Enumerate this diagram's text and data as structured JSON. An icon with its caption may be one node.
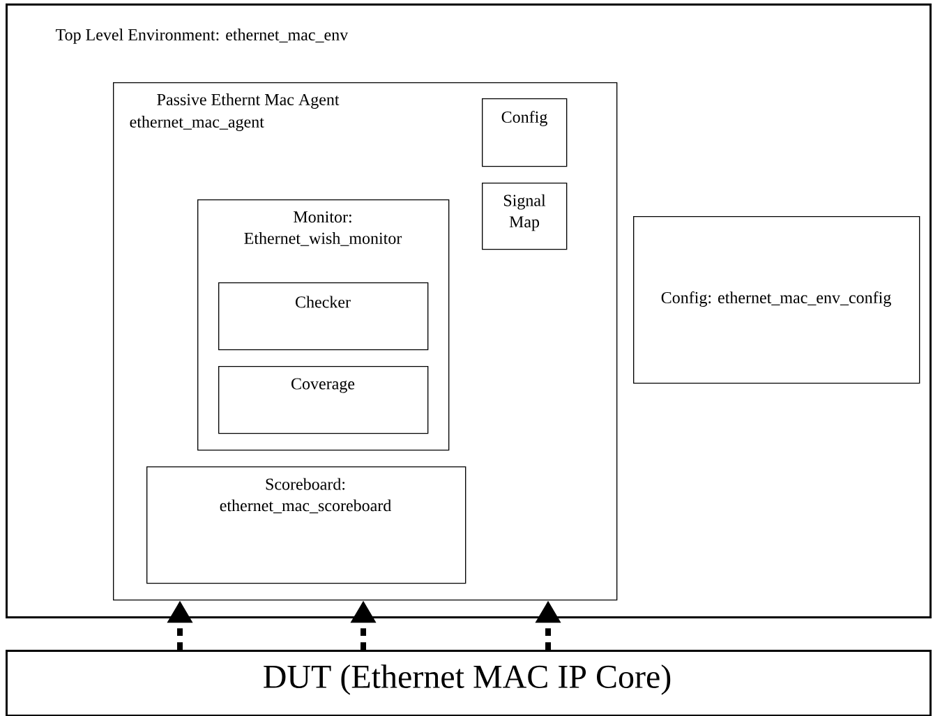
{
  "diagram": {
    "nodes": [
      {
        "text": [
          "Top Level Environment: ethernet_mac_env"
        ]
      },
      {
        "text": [
          "Passive Ethernt Mac Agent",
          "ethernet_mac_agent"
        ],
        "in": 0
      },
      {
        "text": [
          "Config"
        ],
        "in": 1
      },
      {
        "text": [
          "Signal Map"
        ],
        "in": 1
      },
      {
        "text": [
          "Monitor: Ethernet_wish_monitor"
        ],
        "in": 1
      },
      {
        "text": [
          "Checker"
        ],
        "in": 4
      },
      {
        "text": [
          "Coverage"
        ],
        "in": 4
      },
      {
        "text": [
          "Scoreboard: ethernet_mac_scoreboard"
        ],
        "in": 1
      },
      {
        "text": [
          "Config: ethernet_mac_env_config"
        ],
        "in": 0
      },
      {
        "text": [
          "DUT (Ethernet MAC IP Core)"
        ]
      }
    ],
    "edges": [
      {
        "from": 9,
        "to": 1,
        "arrow": "to",
        "style": "dashed"
      },
      {
        "from": 9,
        "to": 1,
        "arrow": "to",
        "style": "dashed"
      },
      {
        "from": 9,
        "to": 1,
        "arrow": "to",
        "style": "dashed"
      }
    ]
  }
}
